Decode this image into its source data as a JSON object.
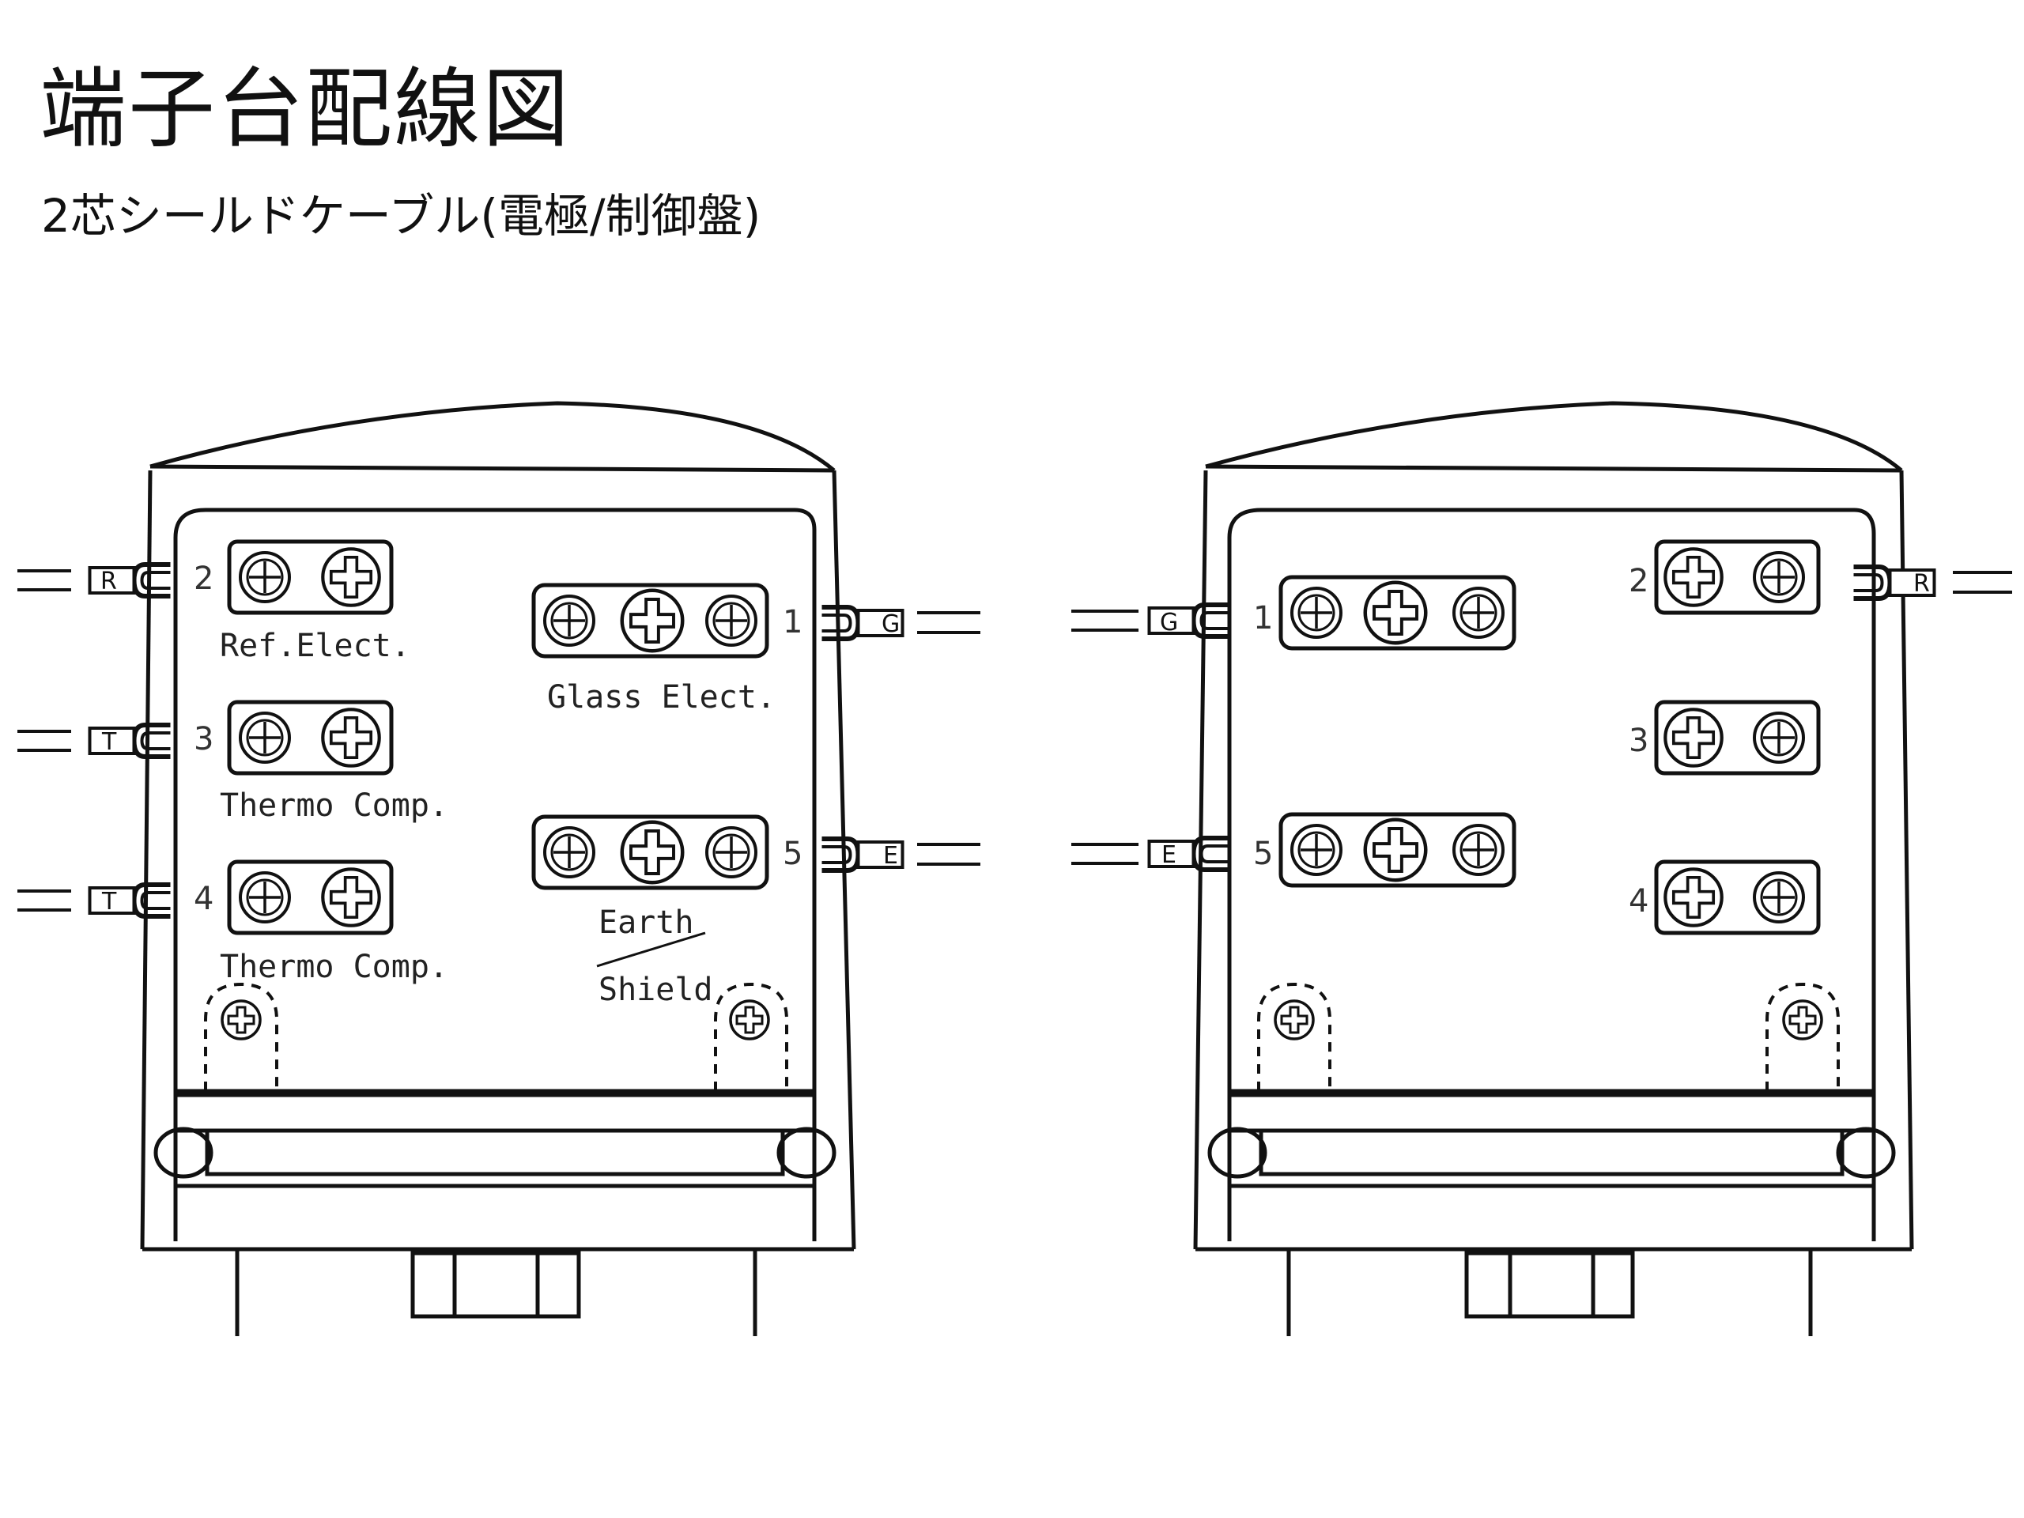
{
  "title": "端子台配線図",
  "subtitle": "2芯シールドケーブル(電極/制御盤)",
  "left_panel": {
    "labels": {
      "ref": "Ref.Elect.",
      "thermo_a": "Thermo Comp.",
      "thermo_b": "Thermo Comp.",
      "glass": "Glass Elect.",
      "earth": "Earth",
      "shield": "Shield"
    },
    "terminals": [
      {
        "number": "2",
        "tag": "R"
      },
      {
        "number": "3",
        "tag": "T"
      },
      {
        "number": "4",
        "tag": "T"
      },
      {
        "number": "1",
        "tag": "G"
      },
      {
        "number": "5",
        "tag": "E"
      }
    ]
  },
  "right_panel": {
    "terminals": [
      {
        "number": "1",
        "tag": "G"
      },
      {
        "number": "5",
        "tag": "E"
      },
      {
        "number": "2",
        "tag": "R"
      },
      {
        "number": "3",
        "tag": ""
      },
      {
        "number": "4",
        "tag": ""
      }
    ]
  }
}
